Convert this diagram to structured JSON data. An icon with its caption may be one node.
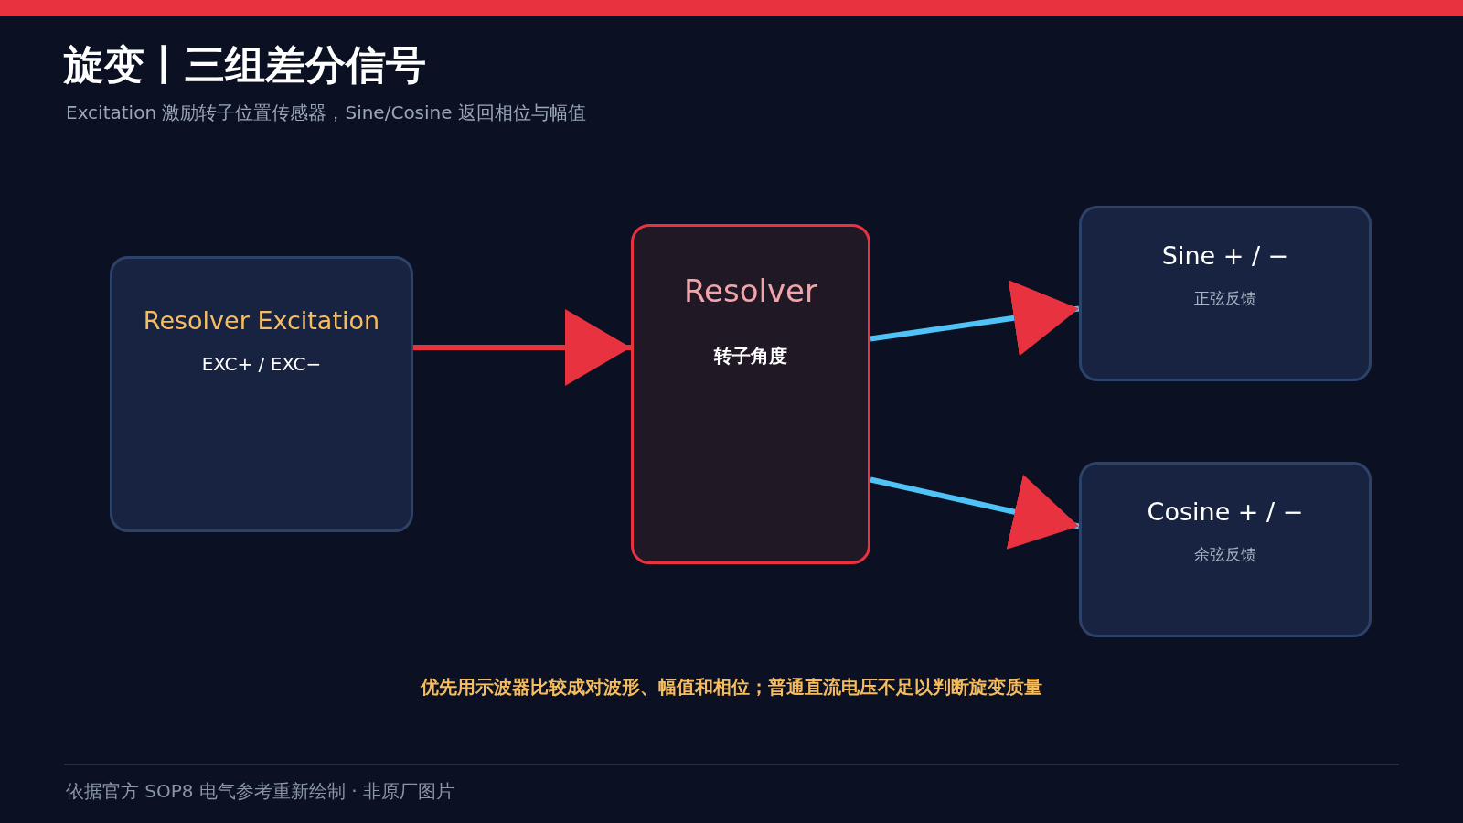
{
  "diagram": {
    "title": "旋变丨三组差分信号",
    "caption": "Excitation 激励转子位置传感器，Sine/Cosine 返回相位与幅值",
    "nodes": [
      {
        "text": [
          "Resolver Excitation",
          "EXC+ / EXC−"
        ]
      },
      {
        "text": [
          "Resolver",
          "转子角度"
        ]
      },
      {
        "text": [
          "Sine + / −",
          "正弦反馈"
        ]
      },
      {
        "text": [
          "Cosine + / −",
          "余弦反馈"
        ]
      }
    ],
    "edges": [
      {
        "from": 0,
        "to": 1,
        "arrow": "to",
        "color": "#e8323f"
      },
      {
        "from": 1,
        "to": 2,
        "arrow": "to"
      },
      {
        "from": 1,
        "to": 3,
        "arrow": "to"
      }
    ],
    "labels": [
      "优先用示波器比较成对波形、幅值和相位；普通直流电压不足以判断旋变质量",
      "依据官方 SOP8 电气参考重新绘制 · 非原厂图片"
    ]
  }
}
